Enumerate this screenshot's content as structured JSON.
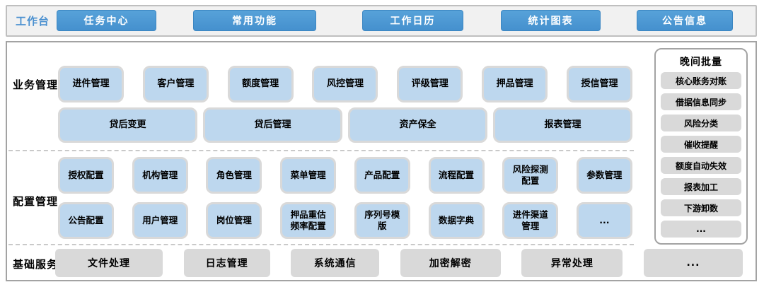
{
  "workbench": {
    "label": "工作台",
    "buttons": [
      "任务中心",
      "常用功能",
      "工作日历",
      "统计图表",
      "公告信息"
    ]
  },
  "sections": {
    "business": {
      "label": "业务管理",
      "row1": [
        "进件管理",
        "客户管理",
        "额度管理",
        "风控管理",
        "评级管理",
        "押品管理",
        "授信管理"
      ],
      "row2": [
        "贷后变更",
        "贷后管理",
        "资产保全",
        "报表管理"
      ]
    },
    "config": {
      "label": "配置管理",
      "row1": [
        "授权配置",
        "机构管理",
        "角色管理",
        "菜单管理",
        "产品配置",
        "流程配置",
        "风险探测配置",
        "参数管理"
      ],
      "row2": [
        "公告配置",
        "用户管理",
        "岗位管理",
        "押品重估频率配置",
        "序列号模版",
        "数据字典",
        "进件渠道管理",
        "..."
      ]
    },
    "base": {
      "label": "基础服务",
      "items": [
        "文件处理",
        "日志管理",
        "系统通信",
        "加密解密",
        "异常处理",
        "..."
      ]
    }
  },
  "night_batch": {
    "title": "晚间批量",
    "items": [
      "核心账务对账",
      "借据信息同步",
      "风险分类",
      "催收提醒",
      "额度自动失效",
      "报表加工",
      "下游卸数",
      "..."
    ]
  },
  "colors": {
    "button_blue": "#4e9bd5",
    "tile_blue": "#bdd7ee",
    "tile_border": "#d9d9d9",
    "tile_gray": "#d9d9d9",
    "label_blue": "#4a90d0",
    "panel_border": "#a3a3a3"
  }
}
